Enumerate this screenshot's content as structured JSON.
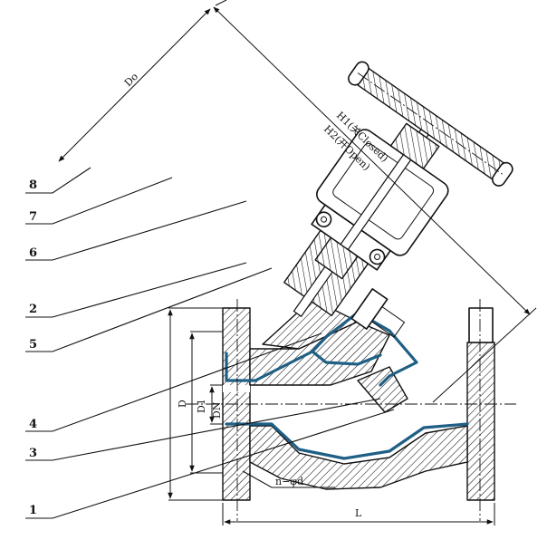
{
  "callouts": [
    "8",
    "7",
    "6",
    "2",
    "5",
    "4",
    "3",
    "1"
  ],
  "dimensions": {
    "handwheel": "Do",
    "height_closed": "H1(关Closed)",
    "height_open": "H2(开Open)",
    "flange_outer": "D",
    "bolt_circle": "D1",
    "nominal": "DN",
    "bolt_holes": "n−φd",
    "length": "L"
  },
  "colors": {
    "lining": "#1f5f86",
    "line": "#111111"
  }
}
